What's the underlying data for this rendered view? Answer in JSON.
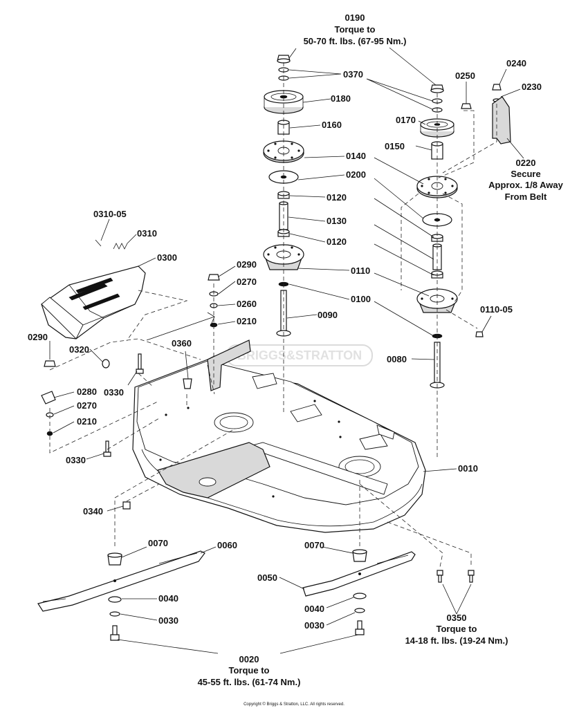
{
  "labels": {
    "p0190": "0190",
    "p0370": "0370",
    "p0180": "0180",
    "p0160": "0160",
    "p0140": "0140",
    "p0200": "0200",
    "p0120a": "0120",
    "p0130": "0130",
    "p0120b": "0120",
    "p0110": "0110",
    "p0100": "0100",
    "p0090": "0090",
    "p0080": "0080",
    "p0250": "0250",
    "p0240": "0240",
    "p0230": "0230",
    "p0220": "0220",
    "p0170": "0170",
    "p0150": "0150",
    "p0110_05": "0110-05",
    "p0310_05": "0310-05",
    "p0310": "0310",
    "p0300": "0300",
    "p0290a": "0290",
    "p0270a": "0270",
    "p0260": "0260",
    "p0210a": "0210",
    "p0290b": "0290",
    "p0320": "0320",
    "p0360": "0360",
    "p0330a": "0330",
    "p0280": "0280",
    "p0270b": "0270",
    "p0210b": "0210",
    "p0330b": "0330",
    "p0340": "0340",
    "p0010": "0010",
    "p0070a": "0070",
    "p0060": "0060",
    "p0040a": "0040",
    "p0030a": "0030",
    "p0070b": "0070",
    "p0050": "0050",
    "p0040b": "0040",
    "p0030b": "0030",
    "p0350": "0350",
    "p0020": "0020"
  },
  "notes": {
    "torque_0190_l1": "Torque to",
    "torque_0190_l2": "50-70 ft. lbs. (67-95 Nm.)",
    "note_0220_l1": "Secure",
    "note_0220_l2": "Approx. 1/8 Away",
    "note_0220_l3": "From Belt",
    "torque_0350_l1": "Torque to",
    "torque_0350_l2": "14-18 ft. lbs. (19-24 Nm.)",
    "torque_0020_l1": "Torque to",
    "torque_0020_l2": "45-55 ft. lbs. (61-74 Nm.)"
  },
  "watermark": "BRIGGS&STRATTON",
  "copyright": "Copyright © Briggs & Stratton, LLC. All rights reserved."
}
